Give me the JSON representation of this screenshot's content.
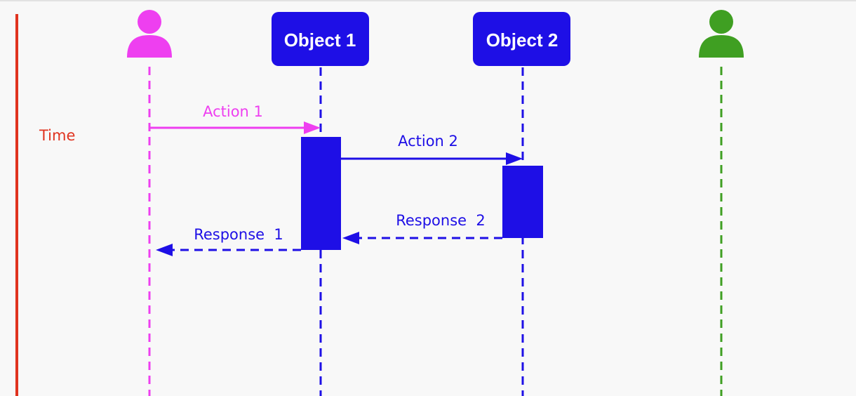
{
  "time_axis": {
    "label": "Time",
    "color": "#e0331f"
  },
  "actors": [
    {
      "name": "actor-left",
      "icon": "person-icon",
      "color": "#ee3ff0"
    },
    {
      "name": "actor-right",
      "icon": "person-icon",
      "color": "#3f9f22"
    }
  ],
  "objects": [
    {
      "label": "Object 1",
      "color": "#1e0fe6"
    },
    {
      "label": "Object 2",
      "color": "#1e0fe6"
    }
  ],
  "messages": [
    {
      "label": "Action 1",
      "color": "#ee3ff0",
      "style": "solid"
    },
    {
      "label": "Action 2",
      "color": "#1e0fe6",
      "style": "solid"
    },
    {
      "label": "Response  2",
      "color": "#1e0fe6",
      "style": "dashed"
    },
    {
      "label": "Response  1",
      "color": "#1e0fe6",
      "style": "dashed"
    }
  ]
}
